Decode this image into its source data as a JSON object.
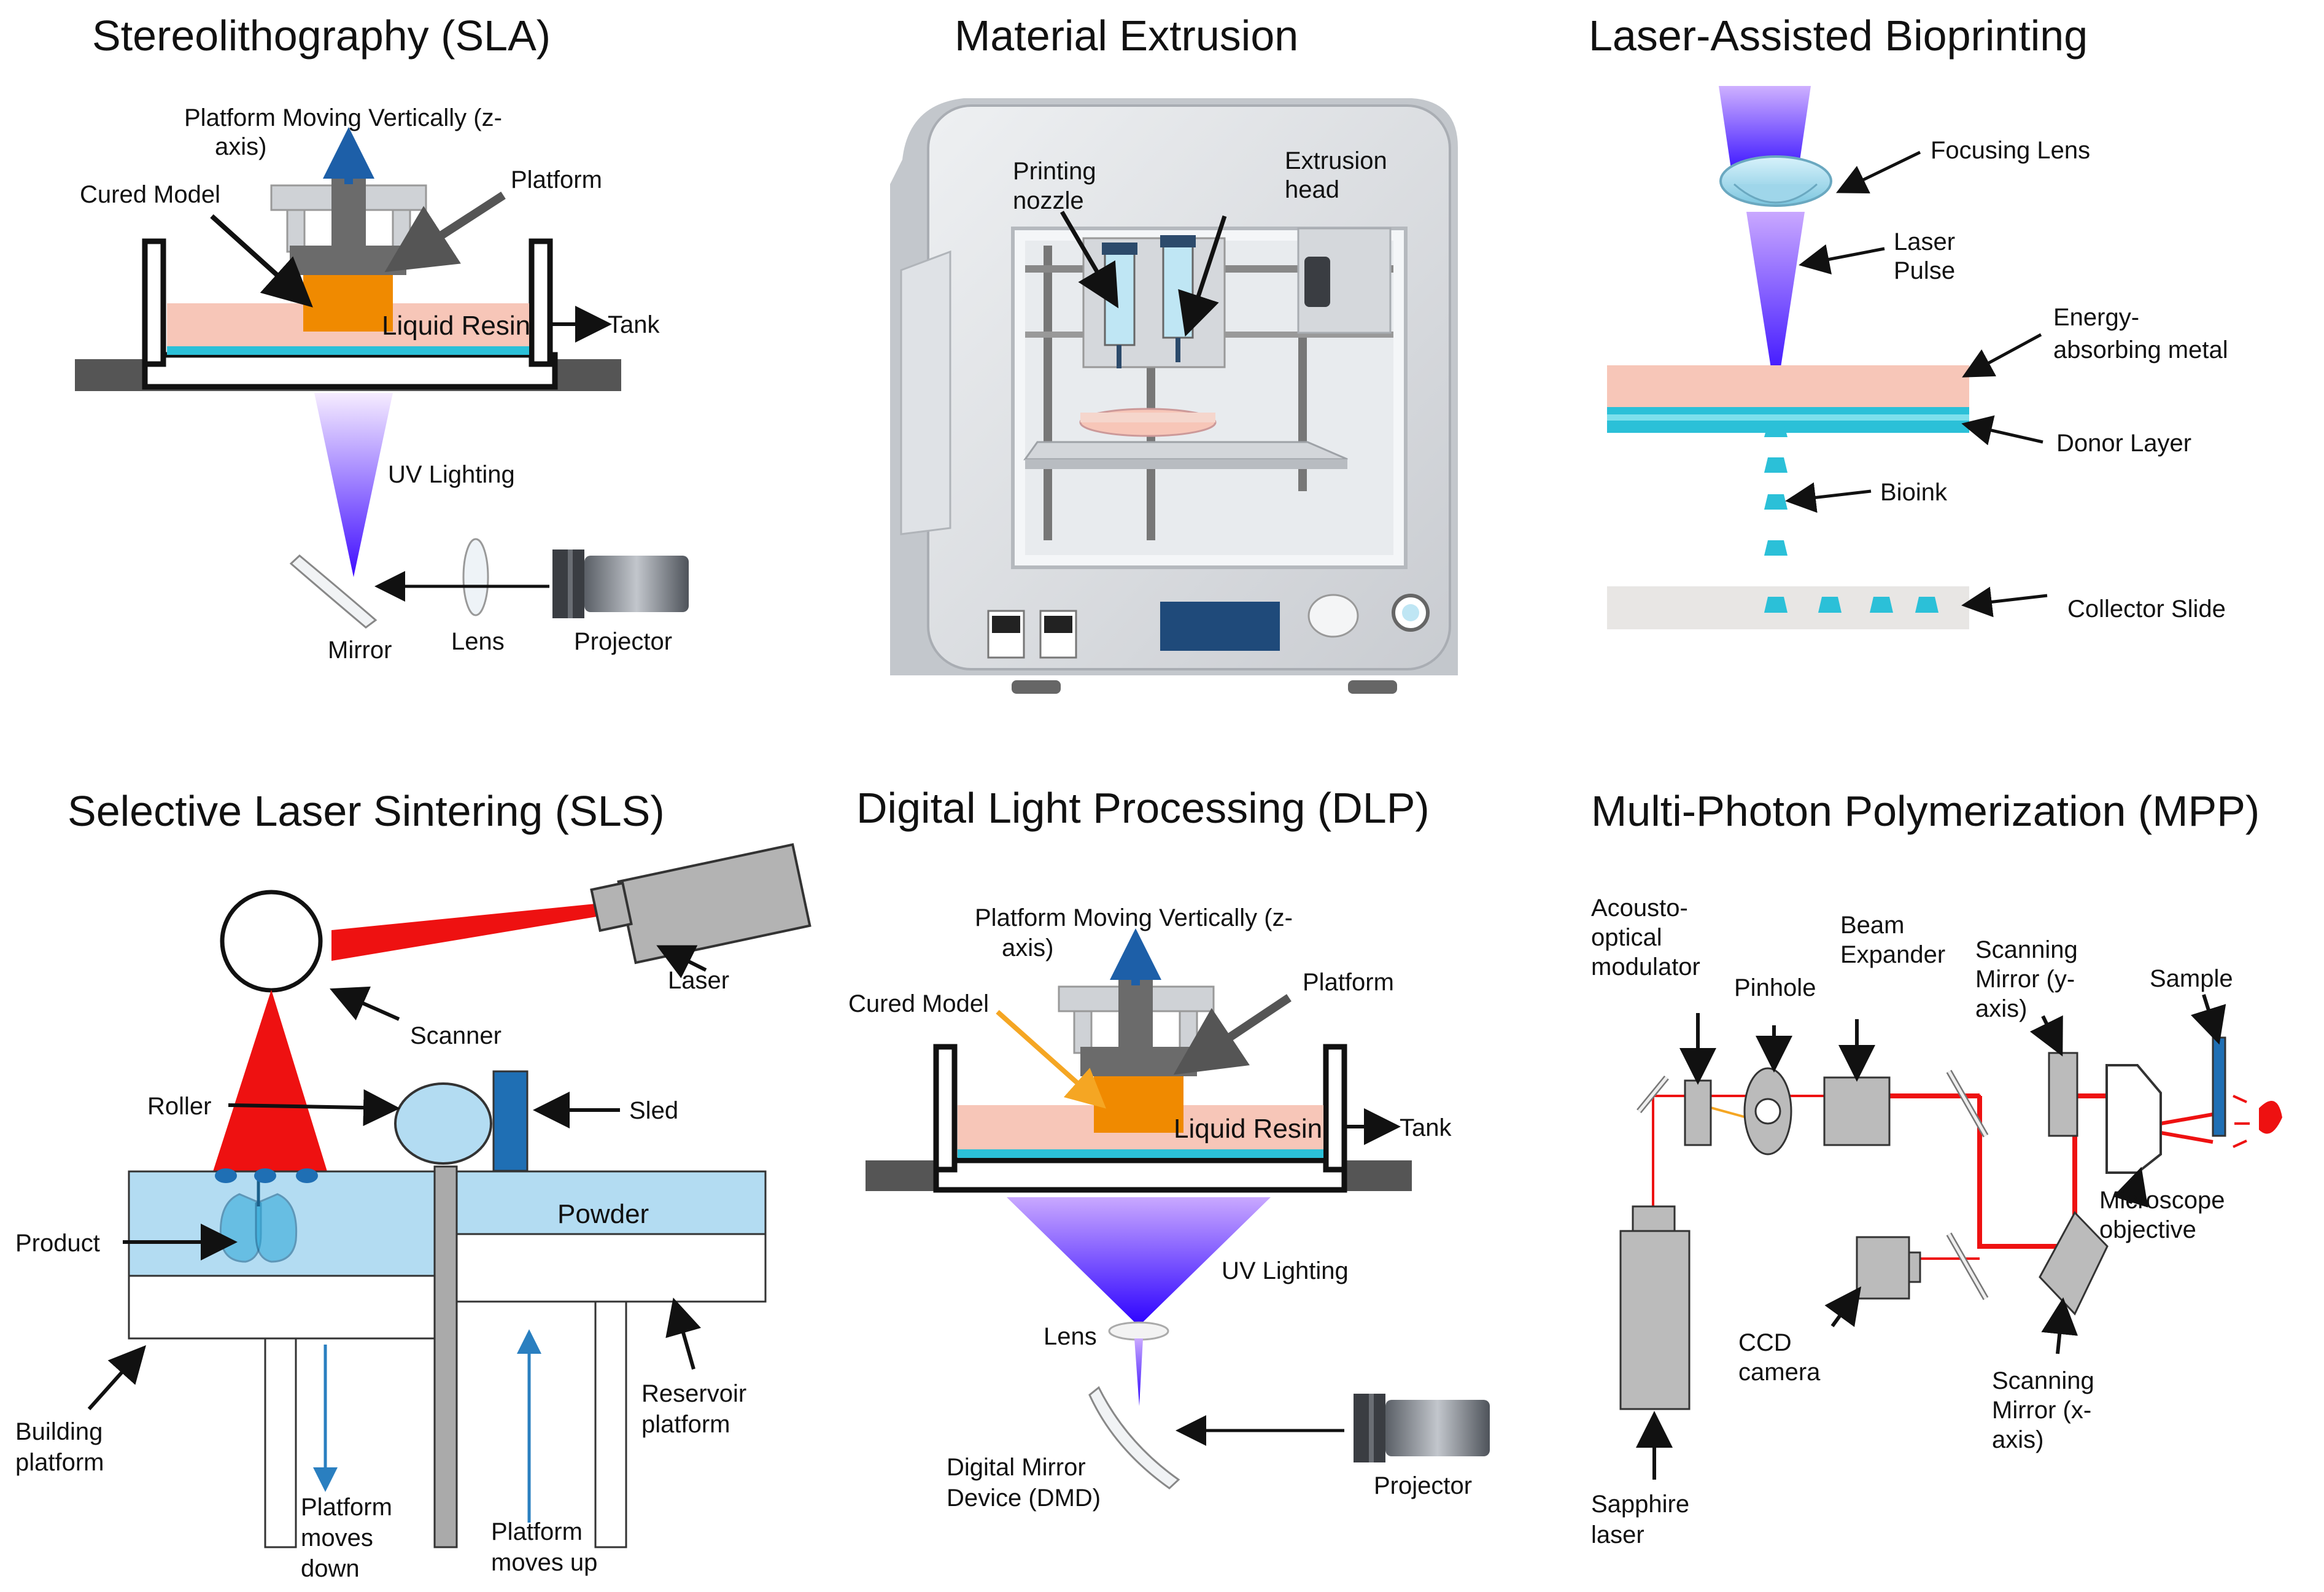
{
  "panels": {
    "sla": {
      "title": "Stereolithography (SLA)",
      "platform_moving_1": "Platform Moving Vertically (z-",
      "platform_moving_2": "axis)",
      "cured_model": "Cured Model",
      "platform": "Platform",
      "liquid_resin": "Liquid Resin",
      "tank": "Tank",
      "uv_lighting": "UV Lighting",
      "mirror": "Mirror",
      "lens": "Lens",
      "projector": "Projector"
    },
    "extrusion": {
      "title": "Material Extrusion",
      "printing_nozzle_1": "Printing",
      "printing_nozzle_2": "nozzle",
      "extrusion_head_1": "Extrusion",
      "extrusion_head_2": "head"
    },
    "lab": {
      "title": "Laser-Assisted Bioprinting",
      "focusing_lens": "Focusing Lens",
      "laser_pulse_1": "Laser",
      "laser_pulse_2": "Pulse",
      "energy_metal_1": "Energy-",
      "energy_metal_2": "absorbing metal",
      "donor_layer": "Donor Layer",
      "bioink": "Bioink",
      "collector_slide": "Collector Slide"
    },
    "sls": {
      "title": "Selective Laser Sintering (SLS)",
      "laser": "Laser",
      "scanner": "Scanner",
      "roller": "Roller",
      "sled": "Sled",
      "powder": "Powder",
      "product": "Product",
      "building_platform_1": "Building",
      "building_platform_2": "platform",
      "reservoir_platform_1": "Reservoir",
      "reservoir_platform_2": "platform",
      "moves_down_1": "Platform",
      "moves_down_2": "moves",
      "moves_down_3": "down",
      "moves_up_1": "Platform",
      "moves_up_2": "moves up"
    },
    "dlp": {
      "title": "Digital Light Processing (DLP)",
      "platform_moving_1": "Platform Moving Vertically (z-",
      "platform_moving_2": "axis)",
      "cured_model": "Cured Model",
      "platform": "Platform",
      "liquid_resin": "Liquid Resin",
      "tank": "Tank",
      "uv_lighting": "UV Lighting",
      "lens": "Lens",
      "dmd_1": "Digital Mirror",
      "dmd_2": "Device (DMD)",
      "projector": "Projector"
    },
    "mpp": {
      "title": "Multi-Photon Polymerization (MPP)",
      "aom_1": "Acousto-",
      "aom_2": "optical",
      "aom_3": "modulator",
      "pinhole": "Pinhole",
      "beam_expander_1": "Beam",
      "beam_expander_2": "Expander",
      "scan_y_1": "Scanning",
      "scan_y_2": "Mirror (y-",
      "scan_y_3": "axis)",
      "sample": "Sample",
      "microscope_1": "Microscope",
      "microscope_2": "objective",
      "scan_x_1": "Scanning",
      "scan_x_2": "Mirror (x-",
      "scan_x_3": "axis)",
      "ccd_1": "CCD",
      "ccd_2": "camera",
      "sapphire_1": "Sapphire",
      "sapphire_2": "laser"
    }
  },
  "colors": {
    "resin": "#f7c6b8",
    "blue_layer": "#2bc0d8",
    "cured_model": "#f08a00",
    "uv_top": "#f4e8ff",
    "uv_bottom": "#4a10ff",
    "laser_red": "#ee1111",
    "powder": "#b3dcf2",
    "arrow_blue": "#2a7fc0"
  }
}
